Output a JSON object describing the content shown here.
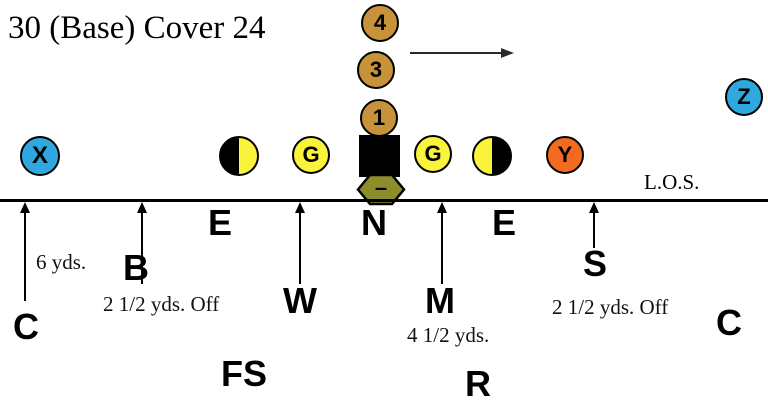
{
  "title": "30 (Base) Cover 24",
  "los_label": "L.O.S.",
  "colors": {
    "blue": "#2FA8DF",
    "tan": "#C8923A",
    "yellow": "#FAF33C",
    "orange": "#F26B21",
    "olive": "#8D8D2B"
  },
  "offense": {
    "back_top": "4",
    "back_mid": "3",
    "back_qb": "1",
    "split_end": "X",
    "flanker": "Z",
    "tight_end": "Y",
    "left_guard": "G",
    "right_guard": "G",
    "ball": "–"
  },
  "defense": {
    "corner_left": "C",
    "corner_left_note": "6 yds.",
    "backer": "B",
    "backer_note": "2 1/2 yds. Off",
    "end_left": "E",
    "will": "W",
    "nose": "N",
    "mike": "M",
    "mike_note": "4 1/2 yds.",
    "end_right": "E",
    "sam": "S",
    "sam_note": "2 1/2 yds. Off",
    "corner_right": "C",
    "free_safety": "FS",
    "rover": "R"
  }
}
